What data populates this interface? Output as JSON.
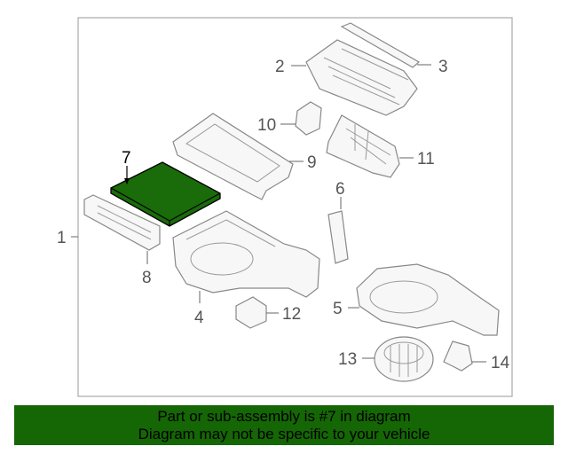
{
  "diagram": {
    "highlight_color": "#1a6b0a",
    "labels": [
      "1",
      "2",
      "3",
      "4",
      "5",
      "6",
      "7",
      "8",
      "9",
      "10",
      "11",
      "12",
      "13",
      "14"
    ],
    "highlighted_part": "7"
  },
  "banner": {
    "line1": "Part or sub-assembly is #7 in diagram",
    "line2": "Diagram may not be specific to your vehicle",
    "color": "#156605"
  }
}
